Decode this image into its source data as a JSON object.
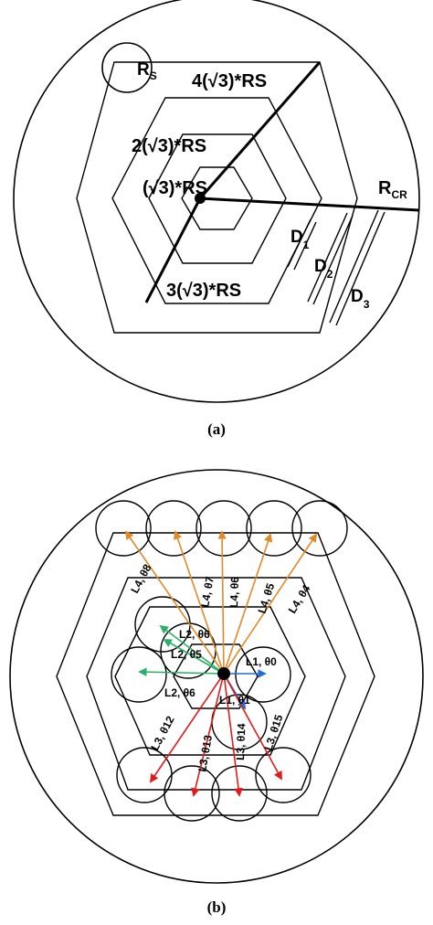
{
  "figure_a": {
    "caption": "(a)",
    "labels": {
      "rs": "R",
      "rs_sub": "S",
      "rcr": "R",
      "rcr_sub": "CR",
      "ring4": "4(√3)*RS",
      "ring2": "2(√3)*RS",
      "ring1": "(√3)*RS",
      "ring3": "3(√3)*RS",
      "d1": "D",
      "d1_sub": "1",
      "d2": "D",
      "d2_sub": "2",
      "d3": "D",
      "d3_sub": "3"
    }
  },
  "figure_b": {
    "caption": "(b)",
    "arrow_colors": {
      "orange": "#e08a2a",
      "green": "#2bb06a",
      "blue": "#1f6fd6",
      "red": "#e01b1b"
    },
    "labels": {
      "l4t8": "L4, θ8",
      "l4t7": "L4, θ7",
      "l4t6": "L4, θ6",
      "l4t5": "L4, θ5",
      "l4t4": "L4, θ4",
      "l2t6": "L2, θ6",
      "l2t5": "L2, θ5",
      "l2t6b": "L2, θ6",
      "l1t0": "L1, θ0",
      "l1t1": "L1, θ1",
      "l3t12": "L3, θ12",
      "l3t13": "L3, θ13",
      "l3t14": "L3, θ14",
      "l3t15": "L3, θ15"
    }
  }
}
